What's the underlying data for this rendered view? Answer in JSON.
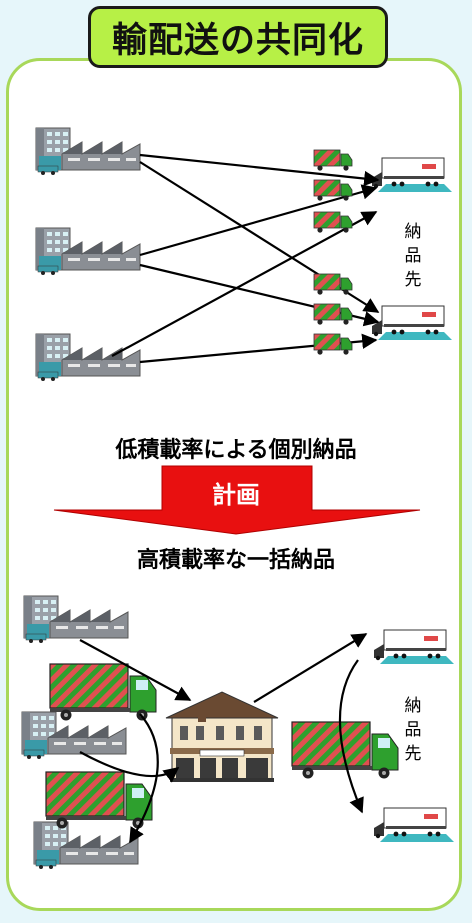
{
  "title": "輸配送の共同化",
  "top_section": {
    "destination_label": "納\n品\n先"
  },
  "middle": {
    "caption_low": "低積載率による個別納品",
    "plan_label": "計画",
    "caption_high": "高積載率な一括納品"
  },
  "bottom_section": {
    "destination_label": "納\n品\n先"
  },
  "colors": {
    "background": "#E6F6FA",
    "title_fill": "#B7F046",
    "panel_border": "#A8D85A",
    "arrow_fill": "#E81010",
    "truck_cab": "#2EA02E",
    "truck_stripe": "#E05050"
  },
  "icons": [
    "factory-icon",
    "truck-icon",
    "delivery-truck-icon",
    "warehouse-icon"
  ]
}
